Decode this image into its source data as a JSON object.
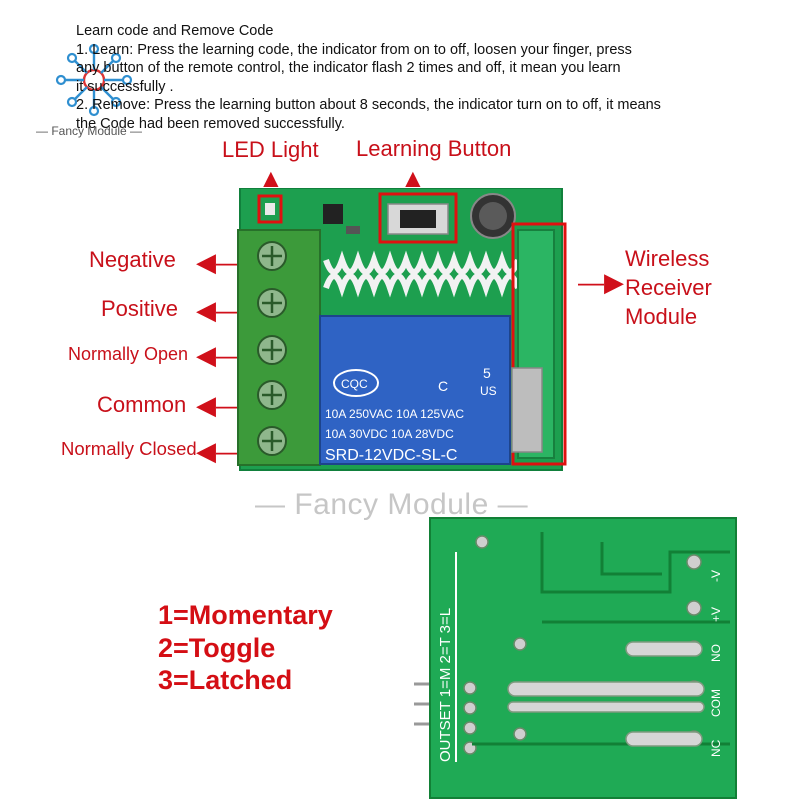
{
  "instructions": {
    "title": "Learn code and Remove Code",
    "line1": "1. Learn: Press the learning code, the indicator from  on to  off, loosen your finger, press",
    "line2": "any button of the remote control, the indicator flash 2 times and off, it mean you learn",
    "line3": "it successfully .",
    "line4": "2. Remove: Press the learning button about 8 seconds, the indicator turn on to off, it means",
    "line5": "the Code had been removed successfully."
  },
  "watermark": {
    "top": "— Fancy Module —",
    "middle": "— Fancy Module —"
  },
  "callouts": {
    "led": "LED Light",
    "learning": "Learning Button",
    "negative": "Negative",
    "positive": "Positive",
    "normally_open": "Normally Open",
    "common": "Common",
    "normally_closed": "Normally Closed",
    "wireless": [
      "Wireless",
      "Receiver",
      "Module"
    ]
  },
  "relay": {
    "cert1": "CQC",
    "cert2": "C",
    "cert3": "US",
    "num": "5",
    "rating1": "10A 250VAC  10A 125VAC",
    "rating2": "10A  30VDC  10A  28VDC",
    "model": "SRD-12VDC-SL-C"
  },
  "back_board": {
    "outset": "OUTSET 1=M 2=T 3=L",
    "pins": [
      "-V",
      "+V",
      "NO",
      "COM",
      "NC"
    ]
  },
  "modes": [
    "1=Momentary",
    "2=Toggle",
    "3=Latched"
  ],
  "colors": {
    "callout_red": "#c8101a",
    "pcb_green": "#1faa55",
    "terminal_green": "#3c9a3a",
    "relay_blue": "#2f63c4"
  }
}
